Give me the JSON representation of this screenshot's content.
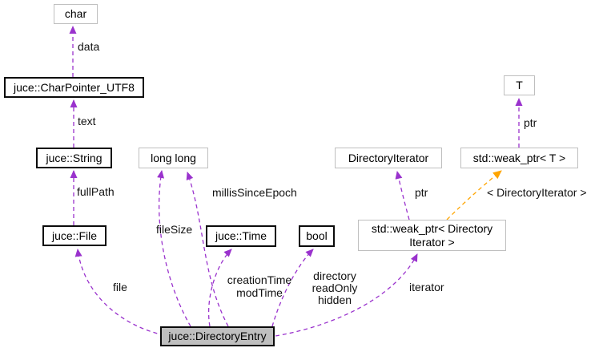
{
  "diagram": {
    "type": "collaboration-graph",
    "colors": {
      "usage_edge": "#9a32cd",
      "template_edge": "#ffa500",
      "linked_node_border": "#0b0b0b",
      "plain_node_border": "#bfbfbf",
      "focus_node_fill": "#bfbfbf"
    },
    "nodes": {
      "char": {
        "label": "char"
      },
      "char_pointer_utf8": {
        "label": "juce::CharPointer_UTF8"
      },
      "string": {
        "label": "juce::String"
      },
      "long_long": {
        "label": "long long"
      },
      "file": {
        "label": "juce::File"
      },
      "time": {
        "label": "juce::Time"
      },
      "bool": {
        "label": "bool"
      },
      "directory_iterator": {
        "label": "DirectoryIterator"
      },
      "weak_ptr_t": {
        "label": "std::weak_ptr< T >"
      },
      "t": {
        "label": "T"
      },
      "weak_ptr_directory_iterator": {
        "label": "std::weak_ptr< Directory\nIterator >"
      },
      "directory_entry": {
        "label": "juce::DirectoryEntry"
      }
    },
    "edge_labels": {
      "data": "data",
      "text": "text",
      "full_path": "fullPath",
      "file": "file",
      "file_size": "fileSize",
      "millis_since_epoch": "millisSinceEpoch",
      "creation_mod_time": "creationTime\nmodTime",
      "directory_flags": "directory\nreadOnly\nhidden",
      "ptr_iterator": "ptr",
      "ptr_t": "ptr",
      "template_instantiation": "< DirectoryIterator >",
      "iterator": "iterator"
    }
  }
}
